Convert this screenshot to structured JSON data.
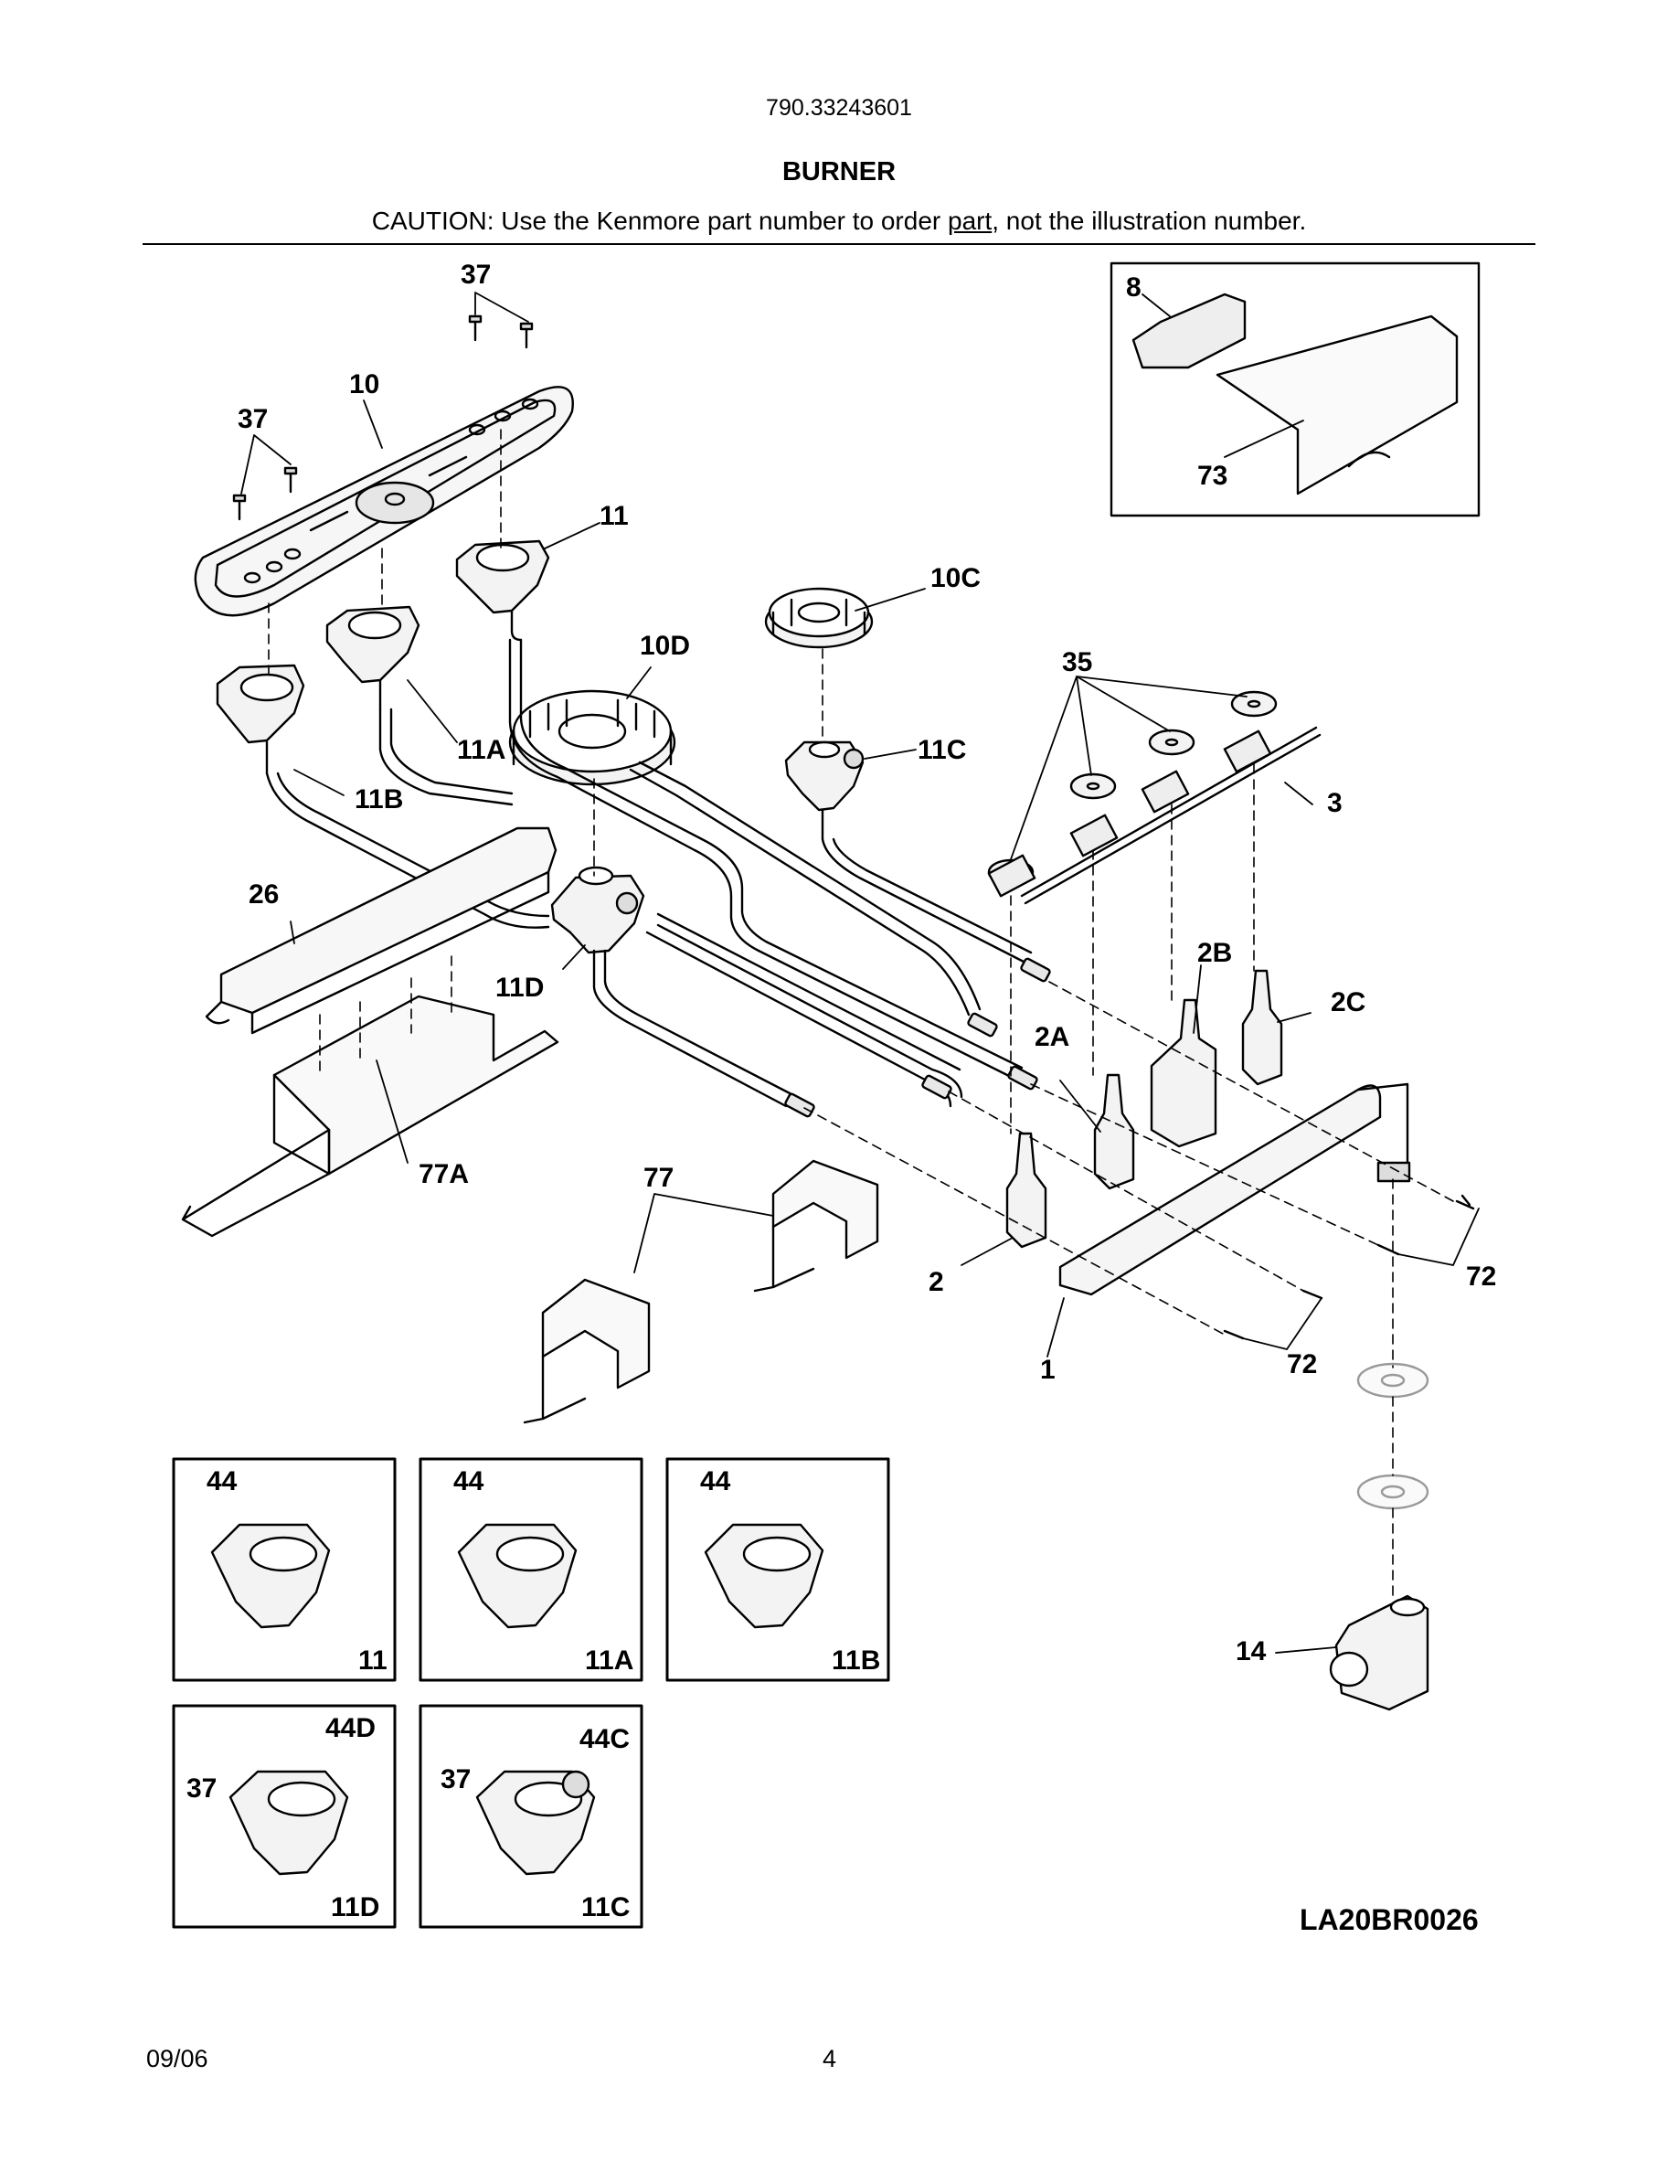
{
  "header": {
    "model_number": "790.33243601",
    "section_title": "BURNER",
    "caution_prefix": "CAUTION: Use the Kenmore part number to order ",
    "caution_underlined": "part",
    "caution_suffix": ", not the illustration number."
  },
  "callouts": {
    "c37_top": "37",
    "c10": "10",
    "c37_left": "37",
    "c11": "11",
    "c10C": "10C",
    "c10D": "10D",
    "c35": "35",
    "c11C": "11C",
    "c11A": "11A",
    "c11B": "11B",
    "c3": "3",
    "c26": "26",
    "c2B": "2B",
    "c2C": "2C",
    "c11D": "11D",
    "c2A": "2A",
    "c77A": "77A",
    "c77": "77",
    "c2": "2",
    "c72_right": "72",
    "c1": "1",
    "c72_bottom": "72",
    "c14": "14",
    "c8": "8",
    "c73": "73"
  },
  "detail_panels": [
    {
      "fastener": "44",
      "burner": "11"
    },
    {
      "fastener": "44",
      "burner": "11A"
    },
    {
      "fastener": "44",
      "burner": "11B"
    },
    {
      "screw": "37",
      "fastener": "44D",
      "burner": "11D"
    },
    {
      "screw": "37",
      "fastener": "44C",
      "burner": "11C"
    }
  ],
  "drawing_code": "LA20BR0026",
  "footer": {
    "date": "09/06",
    "page_number": "4"
  }
}
